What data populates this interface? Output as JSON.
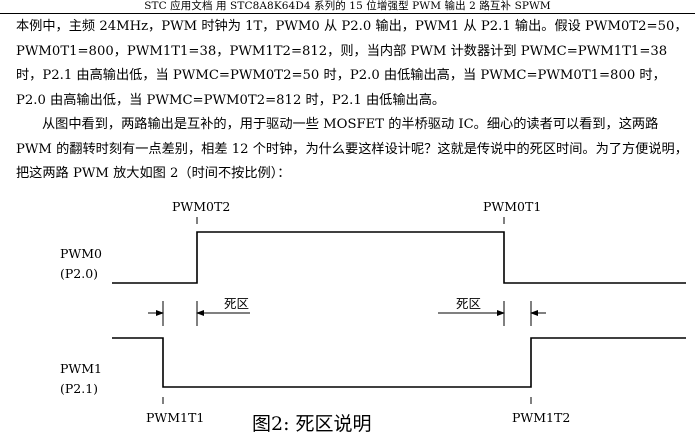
{
  "header": {
    "title": "STC 应用文档    用 STC8A8K64D4 系列的 15 位增强型 PWM 输出 2 路互补 SPWM"
  },
  "body": {
    "paragraph1": "本例中，主频 24MHz，PWM 时钟为 1T，PWM0 从 P2.0 输出，PWM1 从 P2.1 输出。假设 PWM0T2=50，PWM0T1=800，PWM1T1=38，PWM1T2=812，则，当内部 PWM 计数器计到 PWMC=PWM1T1=38 时，P2.1 由高输出低，当 PWMC=PWM0T2=50 时，P2.0 由低输出高，当 PWMC=PWM0T1=800 时，P2.0 由高输出低，当 PWMC=PWM0T2=812 时，P2.1 由低输出高。",
    "paragraph2": "从图中看到，两路输出是互补的，用于驱动一些 MOSFET 的半桥驱动 IC。细心的读者可以看到，这两路 PWM 的翻转时刻有一点差别，相差 12 个时钟，为什么要这样设计呢？这就是传说中的死区时间。为了方便说明，把这两路 PWM 放大如图 2（时间不按比例）："
  },
  "figure": {
    "pwm0_name": "PWM0",
    "pwm0_pin": "(P2.0)",
    "pwm1_name": "PWM1",
    "pwm1_pin": "(P2.1)",
    "marker_pwm0t2": "PWM0T2",
    "marker_pwm0t1": "PWM0T1",
    "marker_pwm1t1": "PWM1T1",
    "marker_pwm1t2": "PWM1T2",
    "deadzone_label_1": "死区",
    "deadzone_label_2": "死区",
    "caption": "图2:  死区说明"
  }
}
